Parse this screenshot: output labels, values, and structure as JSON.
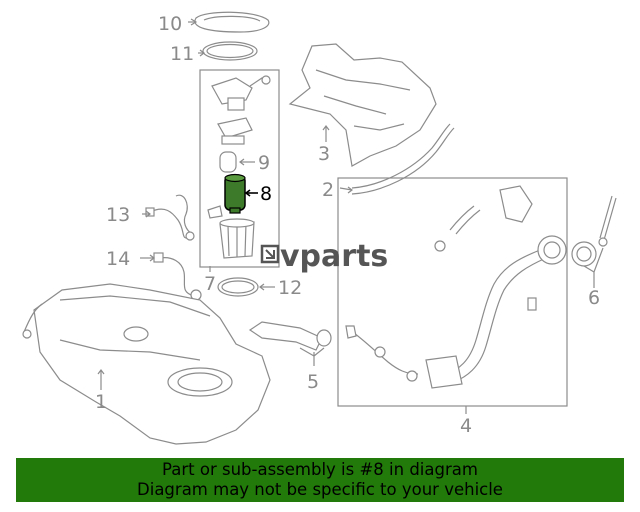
{
  "callouts": {
    "c1": "1",
    "c2": "2",
    "c3": "3",
    "c4": "4",
    "c5": "5",
    "c6": "6",
    "c7": "7",
    "c8": "8",
    "c9": "9",
    "c10": "10",
    "c11": "11",
    "c12": "12",
    "c13": "13",
    "c14": "14"
  },
  "highlighted_part": "8",
  "logo": {
    "text": "vparts"
  },
  "banner": {
    "line1": "Part or sub-assembly is #8 in diagram",
    "line2": "Diagram may not be specific to your vehicle",
    "background": "#217a0a"
  },
  "colors": {
    "line_gray": "#8c8c8c",
    "highlight_part": "#3d7a2a"
  }
}
